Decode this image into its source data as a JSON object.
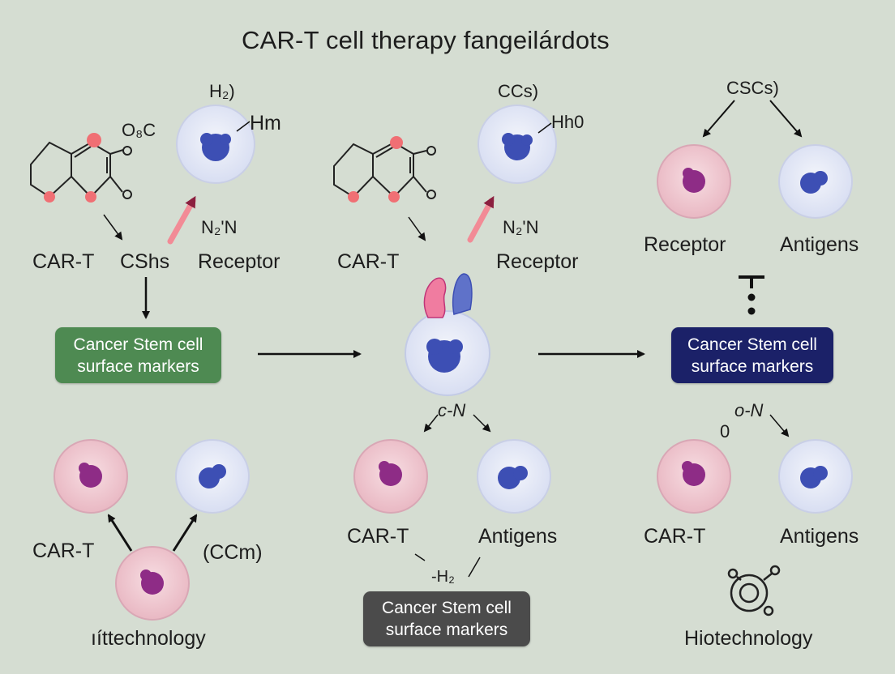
{
  "title": "CAR-T cell therapy fangeilárdots",
  "labels": {
    "h2_top": "H₂)",
    "hm": "Hm",
    "o8c": "O₈C",
    "n2n_left": "N₂'N",
    "cart_1": "CAR-T",
    "cshs": "CShs",
    "receptor_1": "Receptor",
    "ccs_top": "CCs)",
    "hh0": "Hh0",
    "n2n_mid": "N₂'N",
    "cart_2": "CAR-T",
    "receptor_2": "Receptor",
    "cscs_top": "CSCs)",
    "receptor_3": "Receptor",
    "antigens_1": "Antigens",
    "cn_mid": "c-N",
    "o_cn_right": "o-N",
    "o_small": "0",
    "cart_3": "CAR-T",
    "ccm": "(CCm)",
    "itechnology": "ıíttechnology",
    "cart_4": "CAR-T",
    "antigens_2": "Antigens",
    "h2_bottom": "-H₂",
    "cart_5": "CAR-T",
    "antigens_3": "Antigens",
    "hiotechnology": "Hiotechnology"
  },
  "boxes": {
    "green": {
      "line1": "Cancer Stem cell",
      "line2": "surface markers",
      "color": "#4e8a52"
    },
    "navy": {
      "line1": "Cancer Stem cell",
      "line2": "surface markers",
      "color": "#1b2168"
    },
    "gray": {
      "line1": "Cancer Stem cell",
      "line2": "surface markers",
      "color": "#4b4b4b"
    }
  },
  "colors": {
    "background": "#d5ddd2",
    "pink_cell": "#efc6cf",
    "pink_nucleus": "#8e2c86",
    "blue_cell": "#e6ebf7",
    "blue_nucleus": "#3d4fb4",
    "atom_red": "#f06f74",
    "arrow_pink": "#f28b96"
  },
  "icons": {
    "molecule_left": "benzopyran-icon",
    "molecule_mid": "benzopyran-icon",
    "center_cell": "stem-cell-with-receptor-icon",
    "inhibitor": "inhibition-symbol-icon",
    "biotech": "biotech-circle-icon"
  }
}
